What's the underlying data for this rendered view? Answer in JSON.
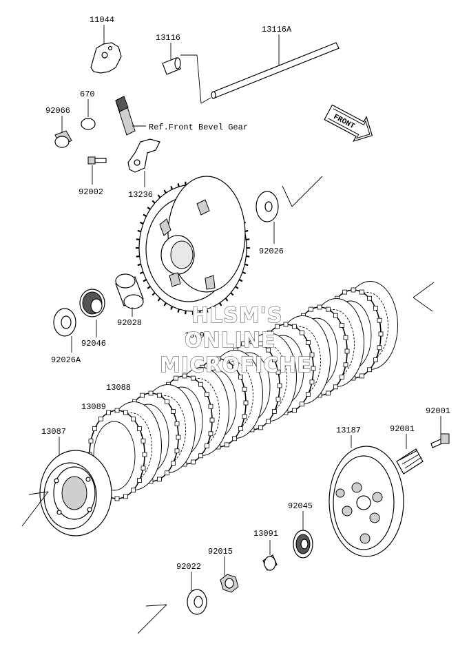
{
  "diagram": {
    "part_numbers": {
      "p11044": "11044",
      "p13116": "13116",
      "p13116A": "13116A",
      "p670": "670",
      "p92066": "92066",
      "p92002": "92002",
      "p13236": "13236",
      "p92026": "92026",
      "p92028": "92028",
      "p92046": "92046",
      "p92026A": "92026A",
      "p13095": "13095",
      "p13088": "13088",
      "p13089": "13089",
      "p13087": "13087",
      "p13187": "13187",
      "p92081": "92081",
      "p92001": "92001",
      "p92045": "92045",
      "p13091": "13091",
      "p92015": "92015",
      "p92022": "92022"
    },
    "reference_note": "Ref.Front Bevel Gear",
    "front_arrow_label": "FRONT",
    "watermark": [
      "HLSM'S",
      "ONLINE",
      "MICROFICHE"
    ]
  }
}
